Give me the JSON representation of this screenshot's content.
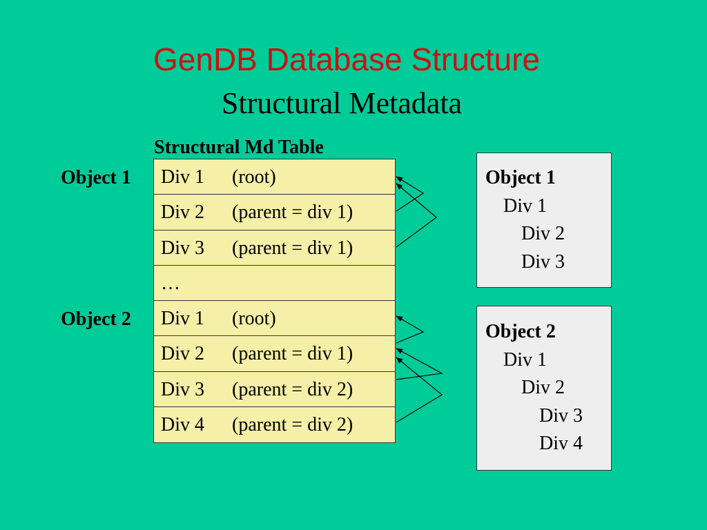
{
  "slide": {
    "title": "GenDB Database Structure",
    "subtitle": "Structural Metadata"
  },
  "table": {
    "caption": "Structural Md Table",
    "object_labels": [
      "Object 1",
      "Object 2"
    ],
    "rows": [
      {
        "div": "Div 1",
        "info": "(root)"
      },
      {
        "div": "Div 2",
        "info": "(parent = div 1)"
      },
      {
        "div": "Div 3",
        "info": "(parent = div 1)"
      },
      {
        "div": "…",
        "info": ""
      },
      {
        "div": "Div 1",
        "info": "(root)"
      },
      {
        "div": "Div 2",
        "info": "(parent = div 1)"
      },
      {
        "div": "Div 3",
        "info": "(parent = div 2)"
      },
      {
        "div": "Div 4",
        "info": "(parent = div 2)"
      }
    ]
  },
  "trees": [
    {
      "heading": "Object 1",
      "items": [
        "Div 1",
        "Div 2",
        "Div 3"
      ]
    },
    {
      "heading": "Object 2",
      "items": [
        "Div 1",
        "Div 2",
        "Div 3",
        "Div 4"
      ]
    }
  ],
  "colors": {
    "background": "#00CC99",
    "title": "#CC1111",
    "table_fill": "#F5EFA8",
    "tree_fill": "#EEEEEE"
  }
}
